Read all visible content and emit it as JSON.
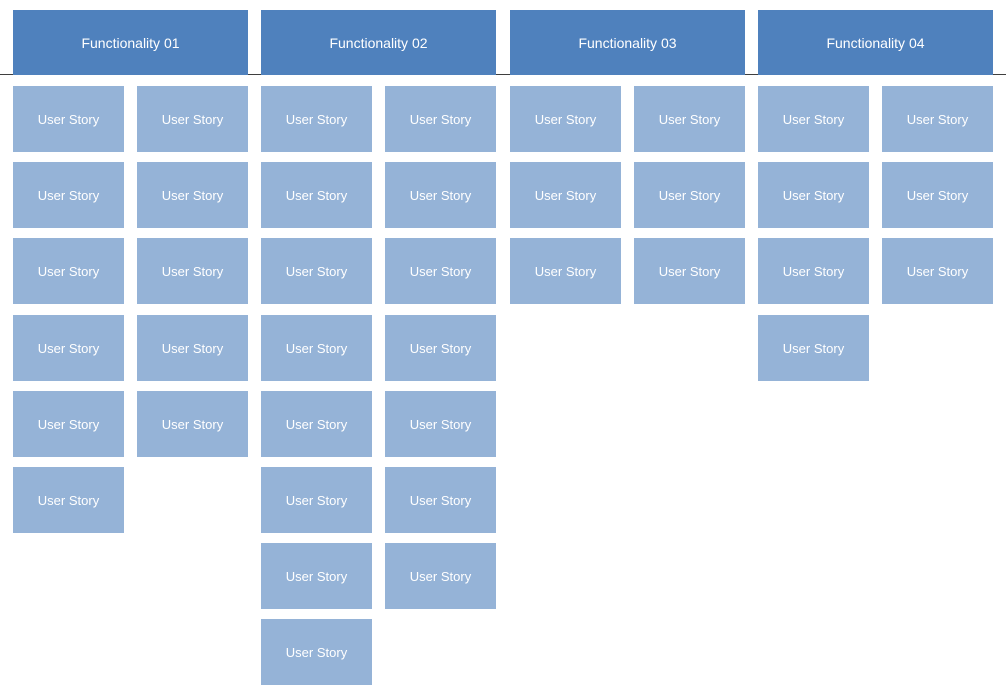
{
  "functionalities": [
    {
      "title": "Functionality 01",
      "columns": [
        [
          "User Story",
          "User Story",
          "User Story",
          "User Story",
          "User Story",
          "User Story"
        ],
        [
          "User Story",
          "User Story",
          "User Story",
          "User Story",
          "User Story"
        ]
      ]
    },
    {
      "title": "Functionality 02",
      "columns": [
        [
          "User Story",
          "User Story",
          "User Story",
          "User Story",
          "User Story",
          "User Story",
          "User Story",
          "User Story"
        ],
        [
          "User Story",
          "User Story",
          "User Story",
          "User Story",
          "User Story",
          "User Story",
          "User Story"
        ]
      ]
    },
    {
      "title": "Functionality 03",
      "columns": [
        [
          "User Story",
          "User Story",
          "User Story"
        ],
        [
          "User Story",
          "User Story",
          "User Story"
        ]
      ]
    },
    {
      "title": "Functionality 04",
      "columns": [
        [
          "User Story",
          "User Story",
          "User Story",
          "User Story"
        ],
        [
          "User Story",
          "User Story",
          "User Story"
        ]
      ]
    }
  ],
  "colors": {
    "header_fill": "#4f81bd",
    "story_fill": "#95b3d7",
    "text": "#ffffff",
    "divider": "#3f3f3f"
  }
}
